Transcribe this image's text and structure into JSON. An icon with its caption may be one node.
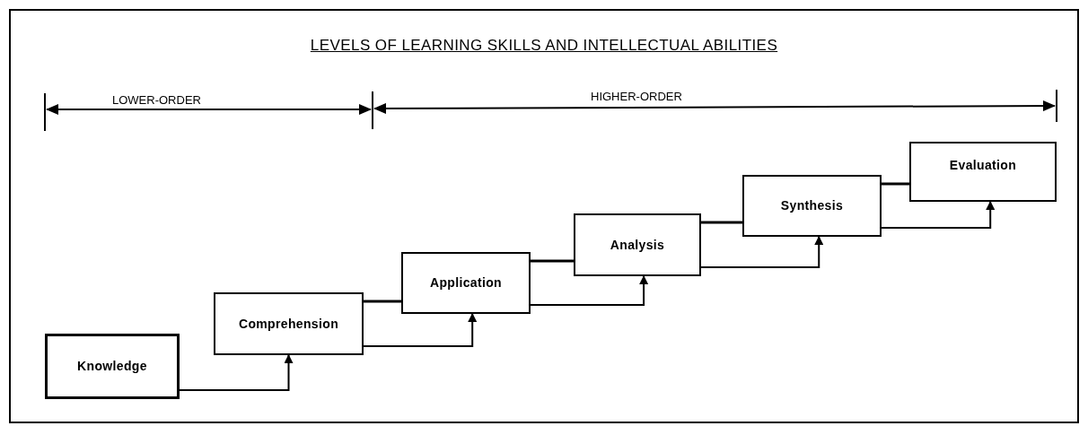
{
  "diagram": {
    "title": "LEVELS OF LEARNING SKILLS AND INTELLECTUAL ABILITIES",
    "nodes": [
      {
        "text": [
          "Knowledge"
        ]
      },
      {
        "text": [
          "Comprehension"
        ]
      },
      {
        "text": [
          "Application"
        ]
      },
      {
        "text": [
          "Analysis"
        ]
      },
      {
        "text": [
          "Synthesis"
        ]
      },
      {
        "text": [
          "Evaluation"
        ]
      }
    ],
    "edges": [
      {
        "from": 0,
        "to": 1,
        "arrow": "to"
      },
      {
        "from": 1,
        "to": 2,
        "arrow": "none"
      },
      {
        "from": 1,
        "to": 2,
        "arrow": "to"
      },
      {
        "from": 2,
        "to": 3,
        "arrow": "none"
      },
      {
        "from": 2,
        "to": 3,
        "arrow": "to"
      },
      {
        "from": 3,
        "to": 4,
        "arrow": "none"
      },
      {
        "from": 3,
        "to": 4,
        "arrow": "to"
      },
      {
        "from": 4,
        "to": 5,
        "arrow": "none"
      },
      {
        "from": 4,
        "to": 5,
        "arrow": "to"
      }
    ],
    "labels": [
      "LOWER-ORDER",
      "HIGHER-ORDER"
    ]
  }
}
